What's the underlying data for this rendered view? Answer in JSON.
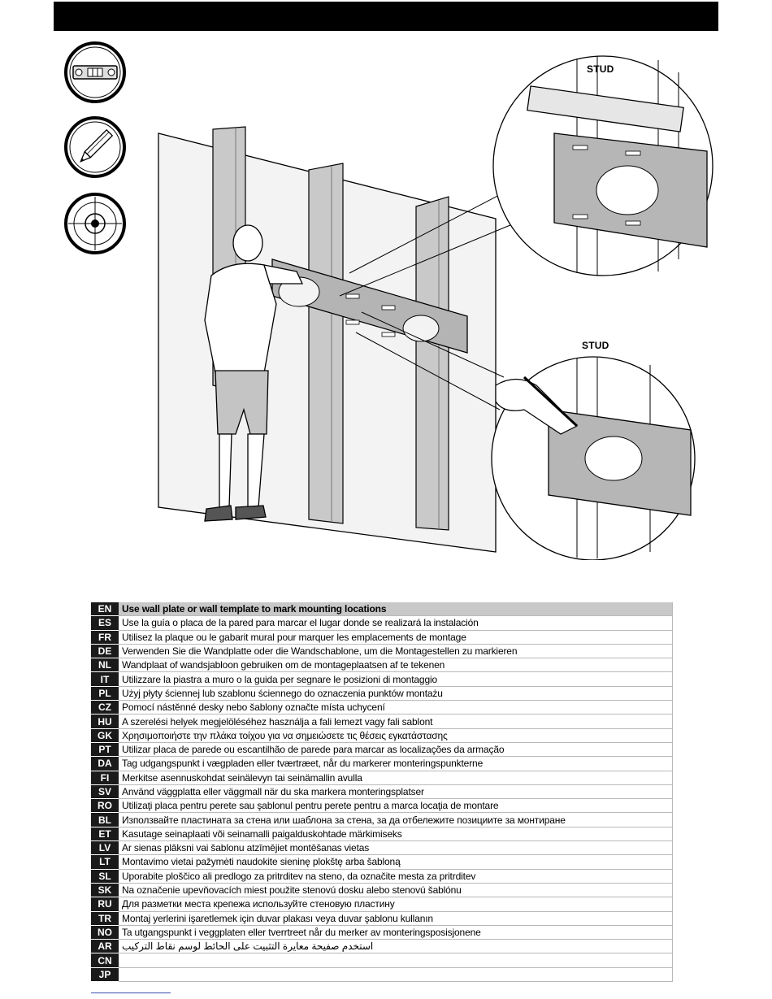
{
  "stud_labels": [
    "STUD",
    "STUD"
  ],
  "icons": [
    {
      "name": "level-icon"
    },
    {
      "name": "pencil-icon"
    },
    {
      "name": "crosshair-icon"
    }
  ],
  "languages": [
    {
      "code": "EN",
      "text": "Use wall plate or wall template to mark mounting locations"
    },
    {
      "code": "ES",
      "text": "Use la guía o placa de la pared para marcar el lugar donde se realizará la instalación"
    },
    {
      "code": "FR",
      "text": "Utilisez la plaque ou le gabarit mural pour marquer les emplacements de montage"
    },
    {
      "code": "DE",
      "text": "Verwenden Sie die Wandplatte oder die Wandschablone, um die Montagestellen zu markieren"
    },
    {
      "code": "NL",
      "text": "Wandplaat of wandsjabloon gebruiken om de montageplaatsen af te tekenen"
    },
    {
      "code": "IT",
      "text": "Utilizzare la piastra a muro o la guida per segnare le posizioni di montaggio"
    },
    {
      "code": "PL",
      "text": "Użyj płyty ściennej lub szablonu ściennego do oznaczenia punktów montażu"
    },
    {
      "code": "CZ",
      "text": "Pomocí nástěnné desky nebo šablony označte místa uchycení"
    },
    {
      "code": "HU",
      "text": "A szerelési helyek megjelöléséhez használja a fali lemezt vagy fali sablont"
    },
    {
      "code": "GK",
      "text": "Χρησιμοποιήστε την πλάκα τοίχου για να σημειώσετε τις θέσεις εγκατάστασης"
    },
    {
      "code": "PT",
      "text": "Utilizar placa de parede ou escantilhão de parede para marcar as localizações da armação"
    },
    {
      "code": "DA",
      "text": "Tag udgangspunkt i vægpladen eller tværtræet, når du markerer monteringspunkterne"
    },
    {
      "code": "FI",
      "text": "Merkitse asennuskohdat seinälevyn tai seinämallin avulla"
    },
    {
      "code": "SV",
      "text": "Använd väggplatta eller väggmall när du ska markera monteringsplatser"
    },
    {
      "code": "RO",
      "text": "Utilizaţi placa pentru perete sau şablonul pentru perete pentru a marca locaţia de montare"
    },
    {
      "code": "BL",
      "text": "Използвайте пластината за стена или шаблона за стена, за да отбележите позициите за монтиране"
    },
    {
      "code": "ET",
      "text": "Kasutage seinaplaati või seinamalli paigalduskohtade märkimiseks"
    },
    {
      "code": "LV",
      "text": "Ar sienas plāksni vai šablonu atzīmējiet montēšanas vietas"
    },
    {
      "code": "LT",
      "text": "Montavimo vietai pažymėti naudokite sieninę plokštę arba šabloną"
    },
    {
      "code": "SL",
      "text": "Uporabite ploščico ali predlogo za pritrditev na steno, da označite mesta za pritrditev"
    },
    {
      "code": "SK",
      "text": "Na označenie upevňovacích miest použite stenovú dosku alebo stenovú šablónu"
    },
    {
      "code": "RU",
      "text": "Для разметки места крепежа используйте стеновую пластину"
    },
    {
      "code": "TR",
      "text": "Montaj yerlerini işaretlemek için duvar plakası veya duvar şablonu kullanın"
    },
    {
      "code": "NO",
      "text": "Ta utgangspunkt i veggplaten eller tverrtreet når du merker av monteringsposisjonene"
    },
    {
      "code": "AR",
      "text": "استخدم صفيحة معايرة التثبيت على الحائط لوسم نقاط التركيب"
    },
    {
      "code": "CN",
      "text": ""
    },
    {
      "code": "JP",
      "text": ""
    }
  ]
}
